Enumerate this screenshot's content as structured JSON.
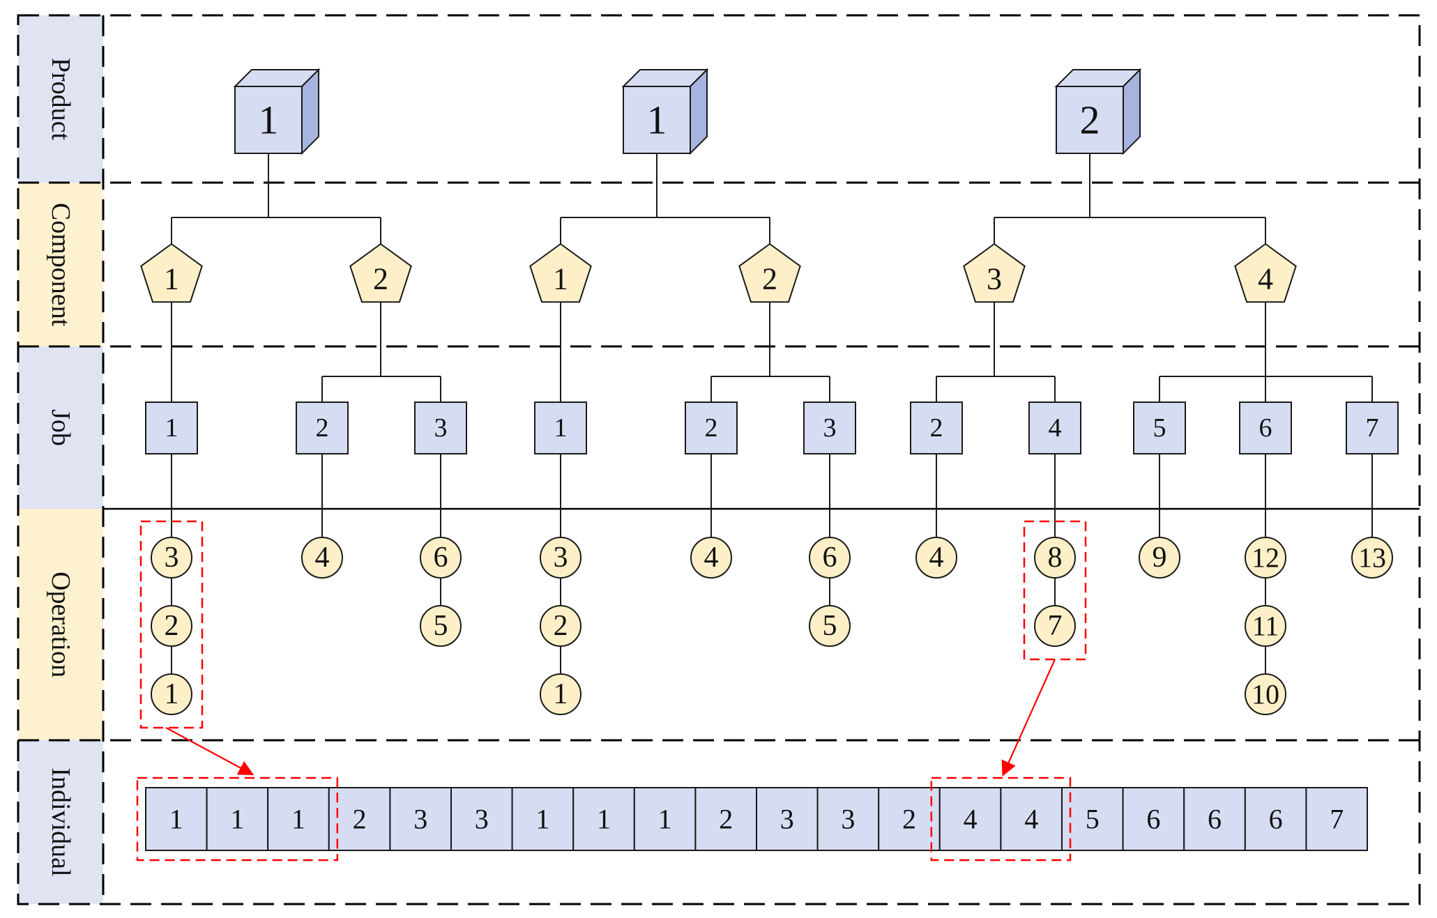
{
  "levels": [
    {
      "label": "Product",
      "fill": "#dfe3f2"
    },
    {
      "label": "Component",
      "fill": "#fdf1cf"
    },
    {
      "label": "Job",
      "fill": "#dfe3f2"
    },
    {
      "label": "Operation",
      "fill": "#fdf1cf"
    },
    {
      "label": "Individual",
      "fill": "#dfe3f2"
    }
  ],
  "colors": {
    "box_fill": "#d6dcf2",
    "box_side": "#a8b4e0",
    "shape_fill": "#fdf0c8",
    "line": "#1a1a1a",
    "highlight": "#ff0000"
  },
  "products": [
    {
      "label": "1",
      "components": [
        {
          "label": "1",
          "jobs": [
            {
              "label": "1",
              "operations": [
                "3",
                "2",
                "1"
              ]
            }
          ]
        },
        {
          "label": "2",
          "jobs": [
            {
              "label": "2",
              "operations": [
                "4"
              ]
            },
            {
              "label": "3",
              "operations": [
                "6",
                "5"
              ]
            }
          ]
        }
      ]
    },
    {
      "label": "1",
      "components": [
        {
          "label": "1",
          "jobs": [
            {
              "label": "1",
              "operations": [
                "3",
                "2",
                "1"
              ]
            }
          ]
        },
        {
          "label": "2",
          "jobs": [
            {
              "label": "2",
              "operations": [
                "4"
              ]
            },
            {
              "label": "3",
              "operations": [
                "6",
                "5"
              ]
            }
          ]
        }
      ]
    },
    {
      "label": "2",
      "components": [
        {
          "label": "3",
          "jobs": [
            {
              "label": "2",
              "operations": [
                "4"
              ]
            },
            {
              "label": "4",
              "operations": [
                "8",
                "7"
              ]
            }
          ]
        },
        {
          "label": "4",
          "jobs": [
            {
              "label": "5",
              "operations": [
                "9"
              ]
            },
            {
              "label": "6",
              "operations": [
                "12",
                "11",
                "10"
              ]
            },
            {
              "label": "7",
              "operations": [
                "13"
              ]
            }
          ]
        }
      ]
    }
  ],
  "individual": [
    "1",
    "1",
    "1",
    "2",
    "3",
    "3",
    "1",
    "1",
    "1",
    "2",
    "3",
    "3",
    "2",
    "4",
    "4",
    "5",
    "6",
    "6",
    "6",
    "7"
  ],
  "highlights": [
    {
      "job": "1",
      "product_index": 0,
      "gene_start": 0,
      "gene_count": 3
    },
    {
      "job": "4",
      "product_index": 2,
      "gene_start": 13,
      "gene_count": 2
    }
  ]
}
